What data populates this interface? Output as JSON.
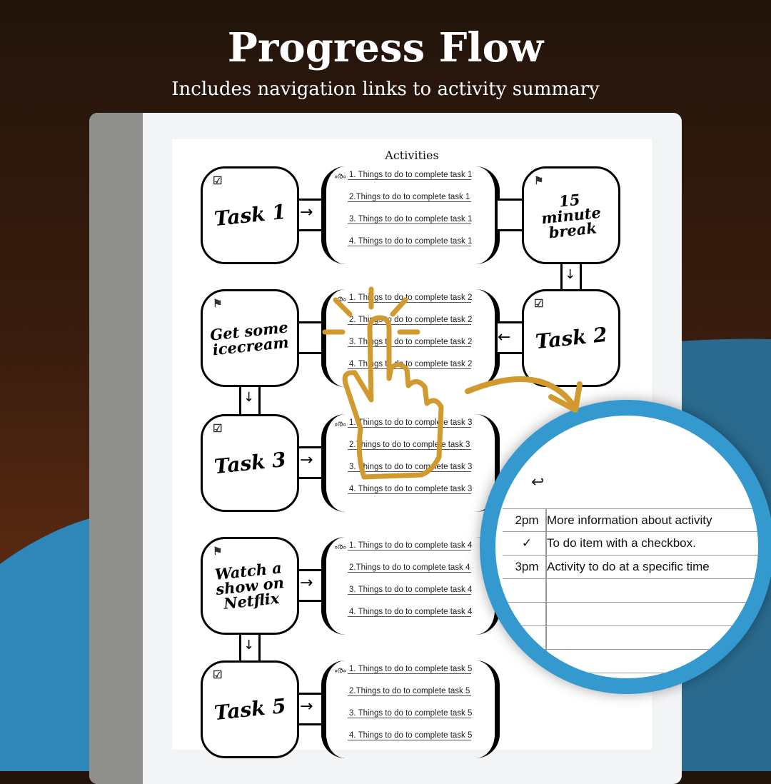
{
  "header": {
    "title": "Progress Flow",
    "subtitle": "Includes navigation links to activity summary"
  },
  "page": {
    "heading": "Activities"
  },
  "rows": [
    {
      "left": {
        "label": "Task 1",
        "icon": "checkbox-icon",
        "glyph": "☑"
      },
      "items": [
        "1. Things to do to complete task 1",
        "2.Things to do to complete task 1",
        "3. Things to do to complete task 1",
        "4. Things to do to complete task 1"
      ],
      "right": {
        "label": "15 minute break",
        "icon": "flag-icon",
        "glyph": "⚑"
      }
    },
    {
      "left": {
        "label": "Get some icecream",
        "icon": "flag-icon",
        "glyph": "⚑"
      },
      "items": [
        "1. Things to do to complete task 2",
        "2. Things to do to complete task 2",
        "3. Things to do to complete task 2",
        "4. Things to do to complete task 2"
      ],
      "right": {
        "label": "Task 2",
        "icon": "checkbox-icon",
        "glyph": "☑"
      }
    },
    {
      "left": {
        "label": "Task 3",
        "icon": "checkbox-icon",
        "glyph": "☑"
      },
      "items": [
        "1. Things to do to complete task 3",
        "2.Things to do to complete task 3",
        "3. Things to do to complete task 3",
        "4. Things to do to complete task 3"
      ]
    },
    {
      "left": {
        "label": "Watch a show on Netflix",
        "icon": "flag-icon",
        "glyph": "⚑"
      },
      "items": [
        "1. Things to do to complete task 4",
        "2.Things to do to complete task 4",
        "3. Things to do to complete task 4",
        "4. Things to do to complete task 4"
      ]
    },
    {
      "left": {
        "label": "Task 5",
        "icon": "checkbox-icon",
        "glyph": "☑"
      },
      "items": [
        "1. Things to do to complete task 5",
        "2.Things to do to complete task 5",
        "3. Things to do to complete task 5",
        "4. Things to do to complete task 5"
      ]
    }
  ],
  "magnifier": {
    "back_glyph": "↩",
    "rows": [
      {
        "time": "2pm",
        "text": "More information about activity"
      },
      {
        "time": "✓",
        "text": "To do item with a checkbox."
      },
      {
        "time": "3pm",
        "text": "Activity to do at a specific time"
      }
    ]
  },
  "colors": {
    "accent": "#d09a2e",
    "ring": "#3499cf",
    "wave": "#2a6f95"
  }
}
